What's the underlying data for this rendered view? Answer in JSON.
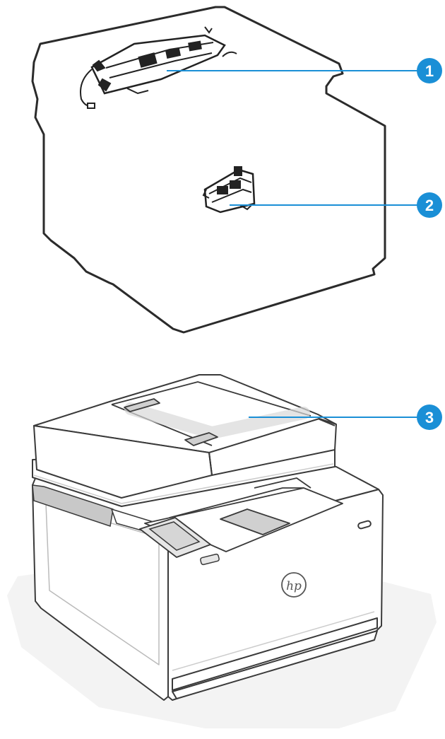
{
  "callouts": [
    {
      "number": "1",
      "part": "fuser-assembly"
    },
    {
      "number": "2",
      "part": "transfer-roller-assembly"
    },
    {
      "number": "3",
      "part": "document-feeder"
    }
  ],
  "brand": {
    "logo_text": "hp"
  },
  "colors": {
    "callout_fill": "#1a8fd6",
    "leader_line": "#1a8fd6",
    "outline": "#333333",
    "shadow": "#f2f2f2"
  },
  "icons": [
    "fuser-part-icon",
    "roller-part-icon",
    "hp-logo"
  ]
}
